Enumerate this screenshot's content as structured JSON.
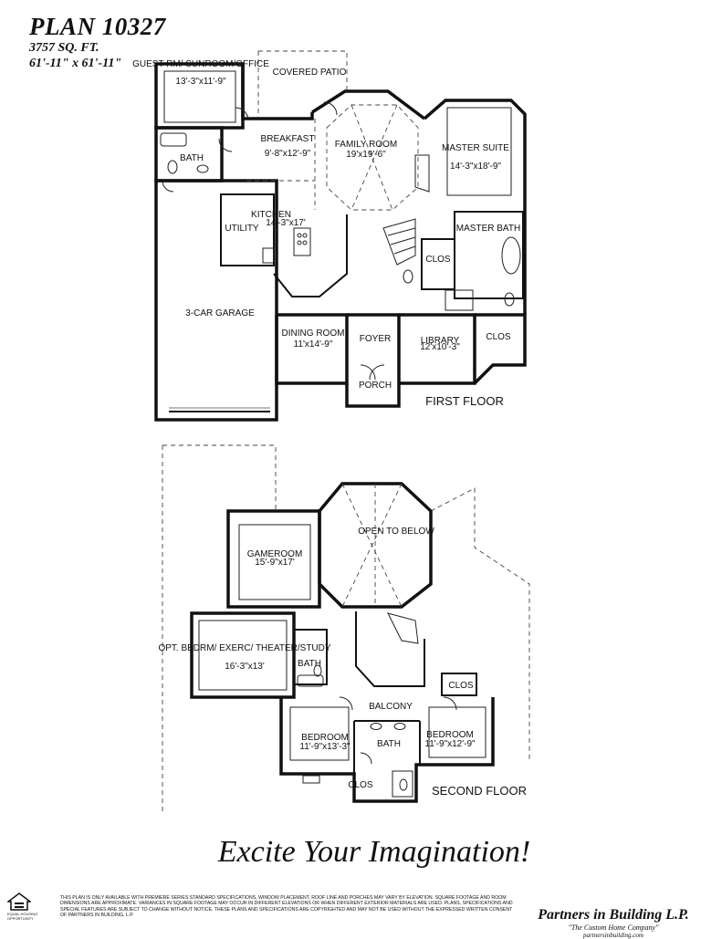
{
  "header": {
    "plan_title": "PLAN 10327",
    "sqft": "3757 SQ. FT.",
    "dimensions": "61'-11\" x 61'-11\""
  },
  "first_floor": {
    "label": "FIRST FLOOR",
    "rooms": [
      {
        "id": "guest",
        "name": "GUEST RM/ SUNROOM/OFFICE",
        "dims": "13'-3\"x11'-9\""
      },
      {
        "id": "patio",
        "name": "COVERED PATIO",
        "dims": ""
      },
      {
        "id": "breakfast",
        "name": "BREAKFAST",
        "dims": "9'-8\"x12'-9\""
      },
      {
        "id": "family",
        "name": "FAMILY ROOM",
        "dims": "19'x19'-6\""
      },
      {
        "id": "master",
        "name": "MASTER SUITE",
        "dims": "14'-3\"x18'-9\""
      },
      {
        "id": "bath",
        "name": "BATH",
        "dims": ""
      },
      {
        "id": "kitchen",
        "name": "KITCHEN",
        "dims": "14'-3\"x17'"
      },
      {
        "id": "utility",
        "name": "UTILITY",
        "dims": ""
      },
      {
        "id": "masterbath",
        "name": "MASTER BATH",
        "dims": ""
      },
      {
        "id": "clos1",
        "name": "CLOS",
        "dims": ""
      },
      {
        "id": "garage",
        "name": "3-CAR GARAGE",
        "dims": ""
      },
      {
        "id": "dining",
        "name": "DINING ROOM",
        "dims": "11'x14'-9\""
      },
      {
        "id": "foyer",
        "name": "FOYER",
        "dims": ""
      },
      {
        "id": "library",
        "name": "LIBRARY",
        "dims": "12'x10'-3\""
      },
      {
        "id": "clos2",
        "name": "CLOS",
        "dims": ""
      },
      {
        "id": "porch",
        "name": "PORCH",
        "dims": ""
      }
    ]
  },
  "second_floor": {
    "label": "SECOND FLOOR",
    "rooms": [
      {
        "id": "gameroom",
        "name": "GAMEROOM",
        "dims": "15'-9\"x17'"
      },
      {
        "id": "open",
        "name": "OPEN TO BELOW",
        "dims": ""
      },
      {
        "id": "opt",
        "name": "OPT. BEDRM/ EXERC/ THEATER/STUDY",
        "dims": "16'-3\"x13'"
      },
      {
        "id": "bath2",
        "name": "BATH",
        "dims": ""
      },
      {
        "id": "clos3",
        "name": "CLOS",
        "dims": ""
      },
      {
        "id": "balcony",
        "name": "BALCONY",
        "dims": ""
      },
      {
        "id": "bed1",
        "name": "BEDROOM",
        "dims": "11'-9\"x13'-3\""
      },
      {
        "id": "bath3",
        "name": "BATH",
        "dims": ""
      },
      {
        "id": "bed2",
        "name": "BEDROOM",
        "dims": "11'-9\"x12'-9\""
      },
      {
        "id": "clos4",
        "name": "CLOS",
        "dims": ""
      }
    ]
  },
  "tagline": "Excite Your Imagination!",
  "disclaimer": "This plan is only available with premiere series standard specifications, window placement, roof line and porches may vary by elevation. Square footage and room dimensions are approximate. Variances in square footage may occur in different elevations or when different exterior materials are used. Plans, specifications and special features are subject to change without notice. These plans and specifications are copyrighted and may not be used without the expressed written consent of Partners in Building, L.P.",
  "equal_housing": "EQUAL HOUSING OPPORTUNITY",
  "brand": {
    "name": "Partners in Building L.P.",
    "slogan": "\"The Custom Home Company\"",
    "url": "partnersinbuilding.com"
  }
}
